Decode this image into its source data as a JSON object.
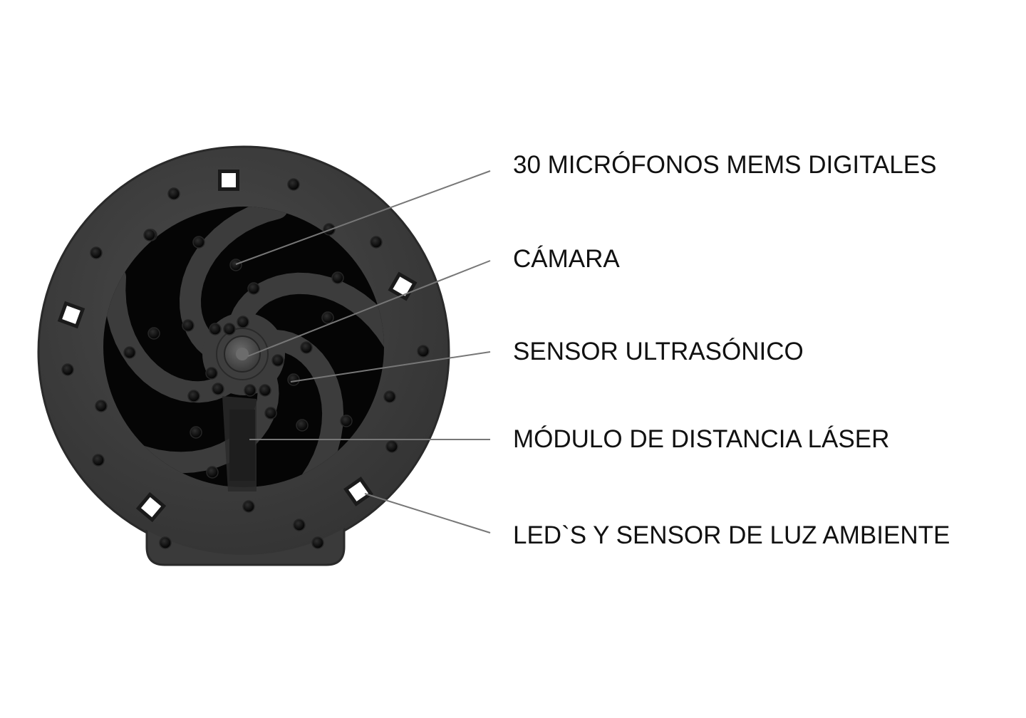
{
  "callouts": [
    {
      "id": "microphones",
      "label": "30 MICRÓFONOS MEMS DIGITALES"
    },
    {
      "id": "camera",
      "label": "CÁMARA"
    },
    {
      "id": "ultrasonic",
      "label": "SENSOR ULTRASÓNICO"
    },
    {
      "id": "laser",
      "label": "MÓDULO DE DISTANCIA LÁSER"
    },
    {
      "id": "leds",
      "label": "LED`S Y SENSOR DE LUZ AMBIENTE"
    }
  ],
  "colors": {
    "background": "#ffffff",
    "device_body": "#3a3a3a",
    "device_edge": "#2a2a2a",
    "cavity": "#050505",
    "spiral_arm": "#3c3c3c",
    "microphone": "#101010",
    "led_window": "#ffffff",
    "leader_line": "#777777",
    "label_text": "#111111"
  },
  "icons": [
    "device-body",
    "spiral-arms",
    "microphone-dots",
    "led-windows",
    "camera-lens",
    "laser-module"
  ]
}
